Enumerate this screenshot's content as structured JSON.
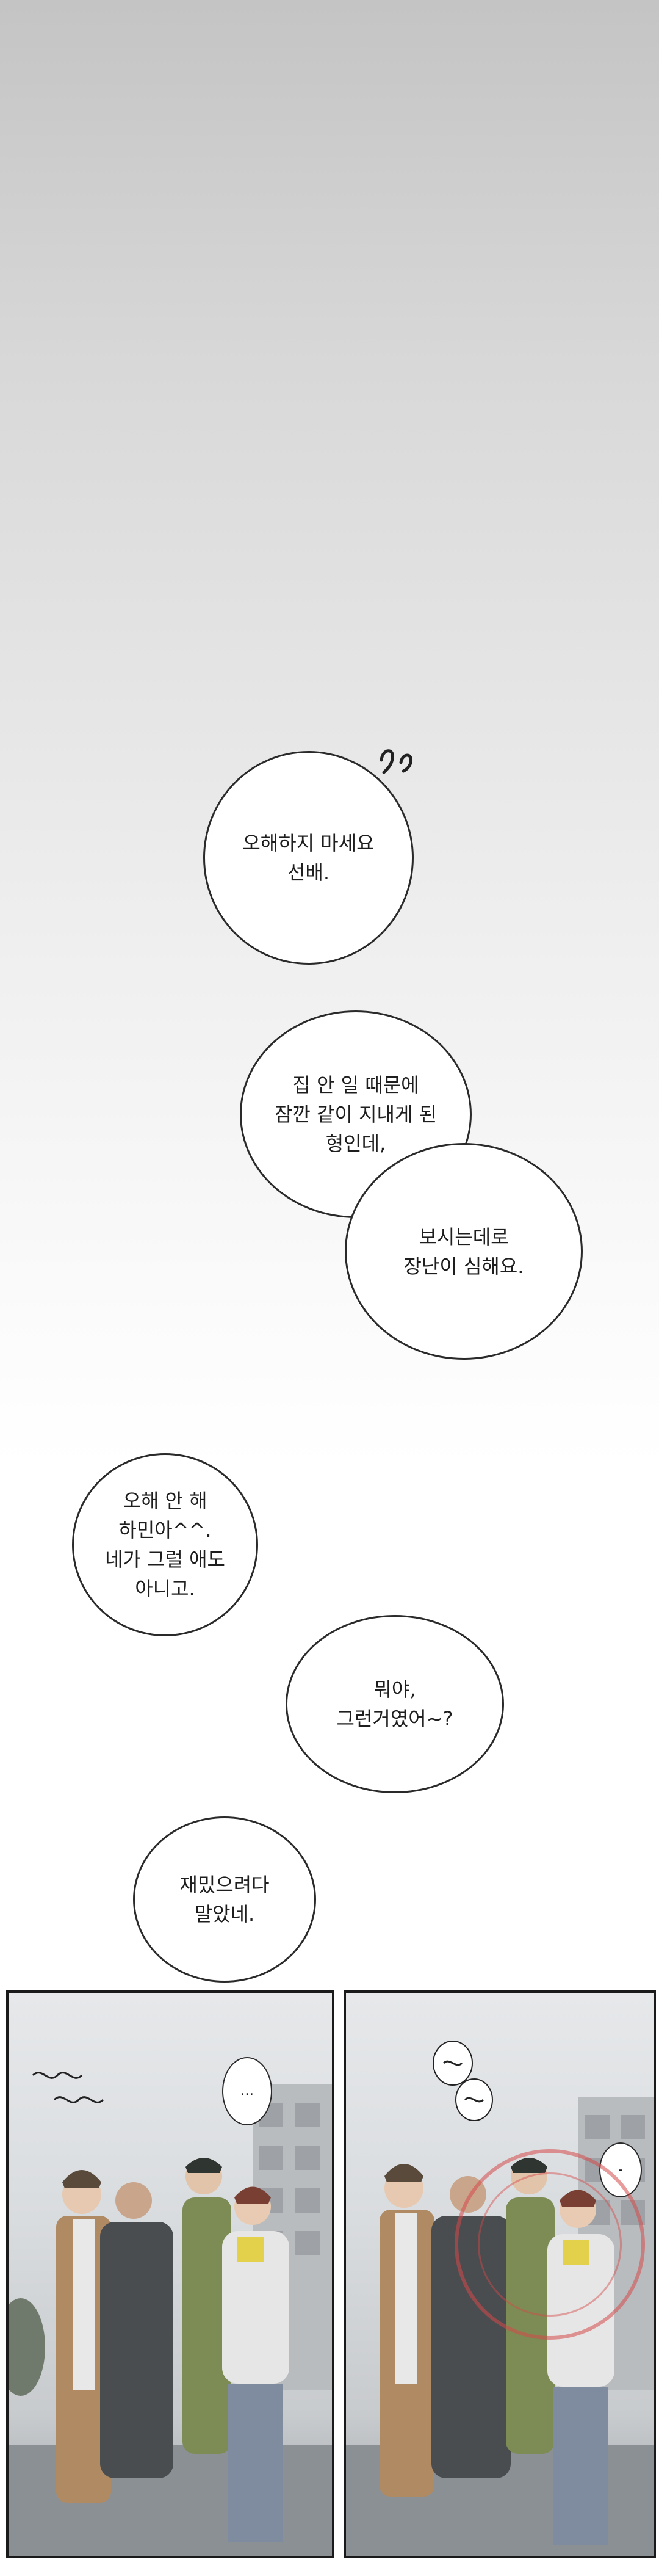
{
  "bubbles": [
    {
      "id": "b1",
      "text": "오해하지 마세요\n선배."
    },
    {
      "id": "b2",
      "text": "집 안 일 때문에\n잠깐 같이 지내게 된\n형인데,"
    },
    {
      "id": "b3",
      "text": "보시는데로\n장난이 심해요."
    },
    {
      "id": "b4",
      "text": "오해 안 해\n하민아^^.\n네가 그럴 애도\n아니고."
    },
    {
      "id": "b5",
      "text": "뭐야,\n그런거였어~?"
    },
    {
      "id": "b6",
      "text": "재밌으려다\n말았네."
    }
  ],
  "panel_bubbles": {
    "left_small": "…",
    "right_small": "-"
  },
  "colors": {
    "ink": "#1e1e1e",
    "bubble_fill": "#ffffff",
    "stamp": "#d64848"
  }
}
